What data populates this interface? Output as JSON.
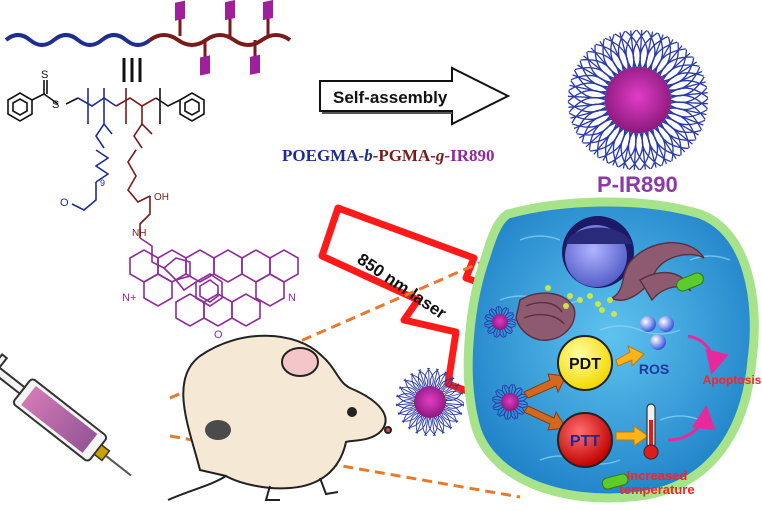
{
  "arrow_label": "Self-assembly",
  "polymer": {
    "part1": "POEGMA-",
    "b": "b",
    "part2": "-PGMA-",
    "g": "g",
    "part3": "-IR890"
  },
  "particle_label": "P-IR890",
  "laser_label": "850 nm laser",
  "pdt_label": "PDT",
  "ptt_label": "PTT",
  "ros_label": "ROS",
  "apoptosis_label": "Apoptosis",
  "temperature_label_line1": "Increased",
  "temperature_label_line2": "temperature",
  "chem": {
    "sulfur": "S",
    "nh": "NH",
    "oh": "OH",
    "o": "O",
    "n": "N",
    "nplus": "N+",
    "sub_n": "9"
  },
  "colors": {
    "poegma_blue": "#1f2d8f",
    "pgma_red": "#7a1a1a",
    "ir890_purple": "#8e2a9a",
    "cell_blue": "#3aa0d8",
    "cell_border": "#9bdc7a",
    "pdt_yellow": "#ffee33",
    "ptt_red": "#dd1111",
    "label_red": "#ff2020",
    "ros_blue": "#1a3aa0"
  }
}
